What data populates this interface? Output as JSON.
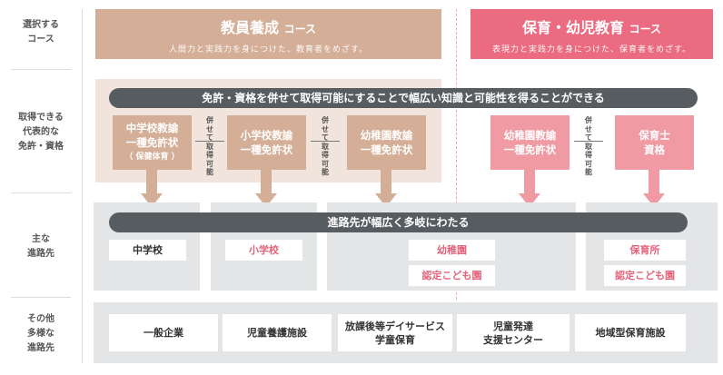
{
  "row_labels": [
    "選択する\nコース",
    "取得できる\n代表的な\n免許・資格",
    "主な\n進路先",
    "その他\n多様な\n進路先"
  ],
  "courses": [
    {
      "title": "教員養成",
      "suffix": "コース",
      "subtitle": "人間力と実践力を身につけた、教育者をめざす。",
      "color": "#d4ae96"
    },
    {
      "title": "保育・幼児教育",
      "suffix": "コース",
      "subtitle": "表現力と実践力を身につけた、保育者をめざす。",
      "color": "#eb6b80"
    }
  ],
  "licenses_banner": "免許・資格を併せて取得可能にすることで幅広い知識と可能性を得ることができる",
  "licenses": [
    {
      "name": "中学校教諭\n一種免許状",
      "note": "（ 保健体育 ）"
    },
    {
      "name": "小学校教諭\n一種免許状"
    },
    {
      "name": "幼稚園教諭\n一種免許状"
    },
    {
      "name": "幼稚園教諭\n一種免許状"
    },
    {
      "name": "保育士\n資格"
    }
  ],
  "link_label": "併\nせ\nて\n取\n得\n可\n能",
  "career_banner": "進路先が幅広く多岐にわたる",
  "careers": [
    "中学校",
    "小学校",
    "幼稚園",
    "認定こども園",
    "保育所",
    "認定こども園"
  ],
  "other_careers": [
    "一般企業",
    "児童養護施設",
    "放課後等デイサービス\n学童保育",
    "児童発達\n支援センター",
    "地域型保育施設"
  ],
  "colors": {
    "brown": "#d4ae96",
    "pink": "#eb6b80",
    "light_pink": "#f09aa3",
    "dark": "#575c61"
  }
}
